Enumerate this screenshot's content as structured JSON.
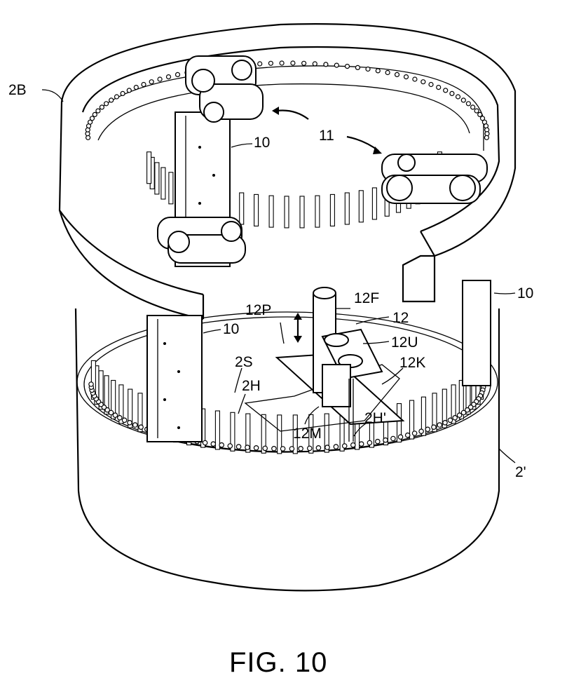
{
  "figure": {
    "caption": "FIG. 10",
    "labels": {
      "ring_top": "2B",
      "frame_upper": "10",
      "arrow_rotation": "11",
      "frame_right": "10",
      "frame_lower": "10",
      "probe_assembly": "12",
      "probe_f": "12F",
      "probe_p": "12P",
      "probe_u": "12U",
      "probe_k": "12K",
      "slot_s": "2S",
      "hole_h": "2H",
      "hole_h_prime": "2H'",
      "probe_m": "12M",
      "container": "2'"
    }
  }
}
